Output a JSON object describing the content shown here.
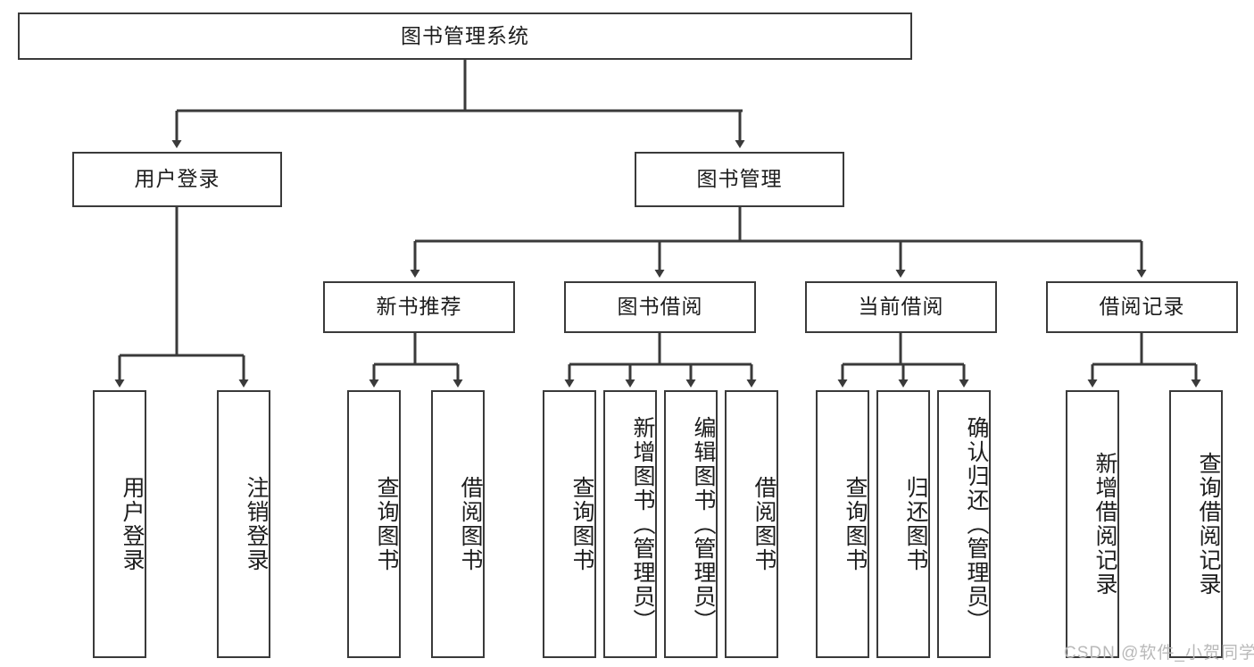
{
  "diagram": {
    "title": "图书管理系统",
    "orientation": "top-down tree",
    "root": {
      "label": "图书管理系统"
    },
    "level2": [
      {
        "label": "用户登录"
      },
      {
        "label": "图书管理"
      }
    ],
    "level3": [
      {
        "label": "新书推荐"
      },
      {
        "label": "图书借阅"
      },
      {
        "label": "当前借阅"
      },
      {
        "label": "借阅记录"
      }
    ],
    "leaves": {
      "user_login": [
        {
          "label": "用户登录"
        },
        {
          "label": "注销登录"
        }
      ],
      "new_book_recommend": [
        {
          "label": "查询图书"
        },
        {
          "label": "借阅图书"
        }
      ],
      "book_borrow": [
        {
          "label": "查询图书"
        },
        {
          "label": "新增图书（管理员）"
        },
        {
          "label": "编辑图书（管理员）"
        },
        {
          "label": "借阅图书"
        }
      ],
      "current_borrow": [
        {
          "label": "查询图书"
        },
        {
          "label": "归还图书"
        },
        {
          "label": "确认归还（管理员）"
        }
      ],
      "borrow_record": [
        {
          "label": "新增借阅记录"
        },
        {
          "label": "查询借阅记录"
        }
      ]
    }
  },
  "watermark": {
    "text": "CSDN @软件_小贺同学"
  },
  "colors": {
    "stroke": "#3a3a3a",
    "background": "#ffffff",
    "text": "#1d1d1d",
    "watermark": "#b9b9b9"
  }
}
